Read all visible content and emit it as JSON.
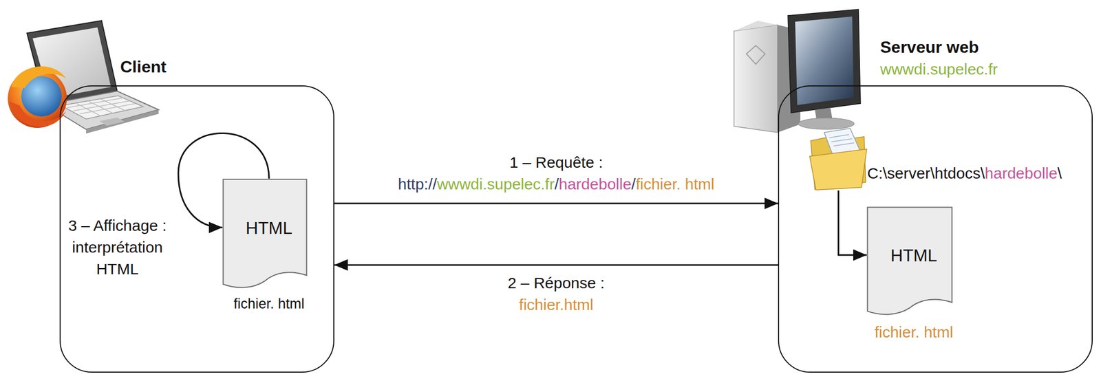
{
  "diagram": {
    "nodes": [
      {
        "text": [
          "Client"
        ]
      },
      {
        "text": [
          "HTML",
          "fichier. html"
        ],
        "in": 0
      },
      {
        "text": [
          "Serveur web",
          "wwwdi.supelec.fr"
        ]
      },
      {
        "text": [
          "C:\\server\\htdocs\\hardebolle\\"
        ],
        "in": 2
      },
      {
        "text": [
          "HTML",
          "fichier. html"
        ],
        "in": 2
      }
    ],
    "edges": [
      {
        "from": 0,
        "to": 2,
        "arrow": "to",
        "label": "1 – Requête : http://wwwdi.supelec.fr/hardebolle/fichier. html"
      },
      {
        "from": 2,
        "to": 0,
        "arrow": "to",
        "label": "2 – Réponse : fichier.html"
      },
      {
        "from": 1,
        "to": 1,
        "arrow": "to",
        "label": "3 – Affichage : interprétation HTML"
      },
      {
        "from": 3,
        "to": 4,
        "arrow": "to"
      }
    ]
  }
}
